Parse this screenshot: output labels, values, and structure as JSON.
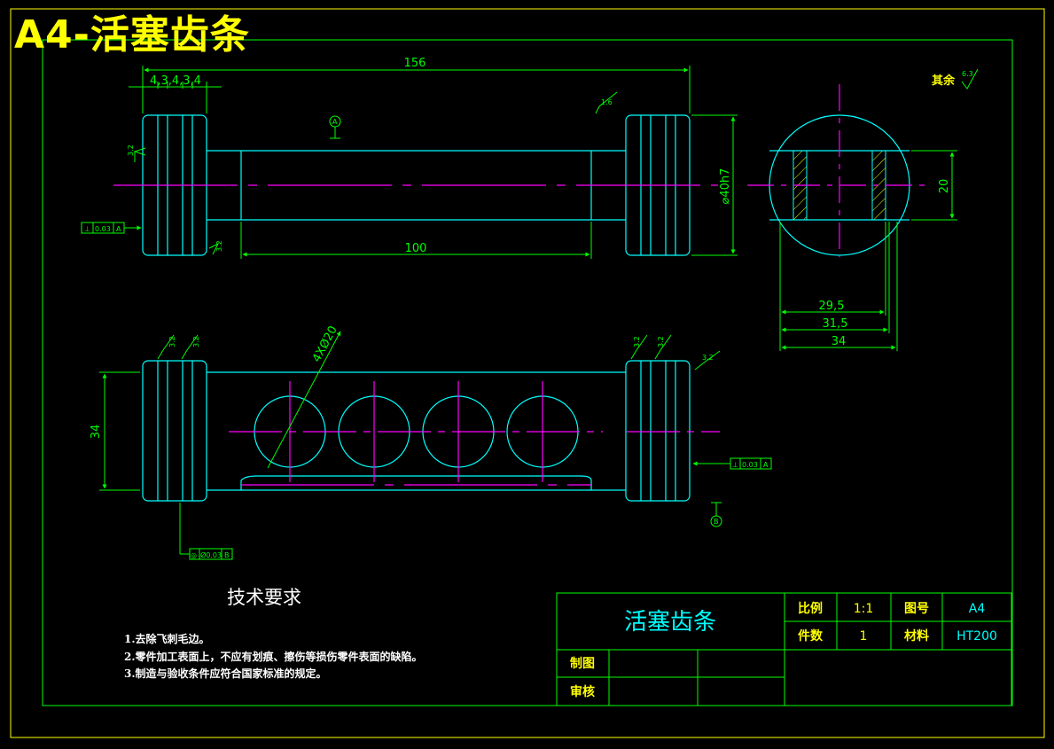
{
  "page_title": "A4-活塞齿条",
  "colors": {
    "background": "#000000",
    "frame": "#ffff00",
    "outline": "#00ffff",
    "center_line": "#ff00ff",
    "dimension": "#00ff00",
    "title_text": "#ffff00",
    "notes_text": "#ffffff"
  },
  "dimensions": {
    "overall_length": "156",
    "flange_widths": "4,3,4,3,4",
    "body_length": "100",
    "diameter": "⌀40h7",
    "right_height": "20",
    "width_a": "29,5",
    "width_b": "31,5",
    "width_c": "34",
    "bottom_height": "34",
    "holes": "4XØ20"
  },
  "roughness": {
    "general_label": "其余",
    "general_value": "6.3",
    "value_16": "1.6",
    "value_32": "3.2"
  },
  "datums": {
    "a": "A",
    "b": "B"
  },
  "tolerances": {
    "perp_symbol": "⊥",
    "perp_value": "0.03",
    "perp_datum": "A",
    "conc_symbol": "◎",
    "conc_value": "Ø0.03",
    "conc_datum": "B"
  },
  "tech_requirements": {
    "title": "技术要求",
    "items": [
      "1.去除飞刺毛边。",
      "2.零件加工表面上，不应有划痕、擦伤等损伤零件表面的缺陷。",
      "3.制造与验收条件应符合国家标准的规定。"
    ]
  },
  "title_block": {
    "part_name": "活塞齿条",
    "scale_label": "比例",
    "scale_value": "1:1",
    "drawing_no_label": "图号",
    "drawing_no_value": "A4",
    "quantity_label": "件数",
    "quantity_value": "1",
    "material_label": "材料",
    "material_value": "HT200",
    "drawn_label": "制图",
    "checked_label": "审核"
  }
}
